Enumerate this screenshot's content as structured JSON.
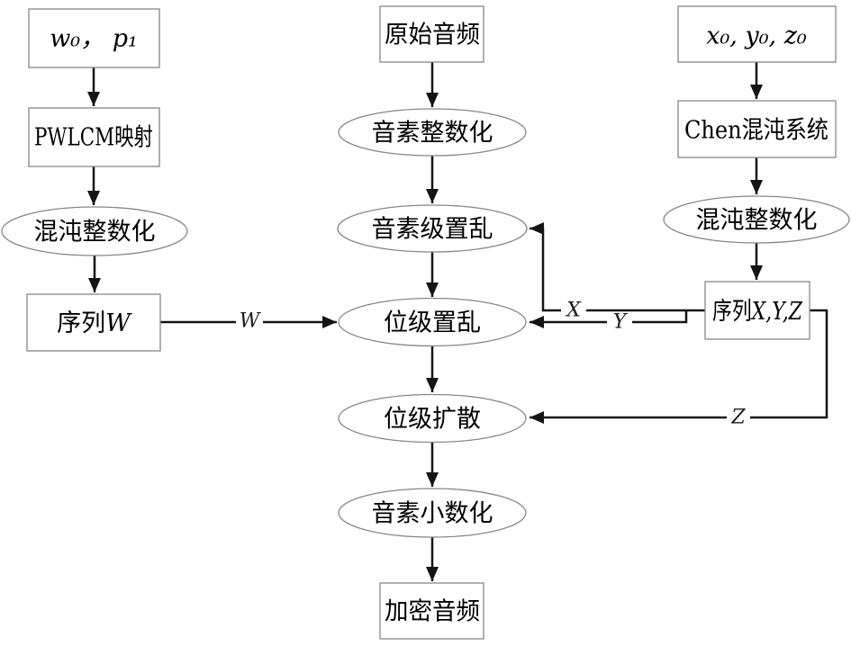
{
  "diagram_title": "audio-encryption-flowchart",
  "nodes": {
    "init_w_p": {
      "label": "w₀， p₁"
    },
    "pwlcm_map": {
      "label": "PWLCM映射"
    },
    "chaos_integerize_left": {
      "label": "混沌整数化"
    },
    "sequence_w": {
      "prefix": "序列",
      "math": "W"
    },
    "original_audio": {
      "label": "原始音频"
    },
    "phoneme_integerize": {
      "label": "音素整数化"
    },
    "phoneme_level_scramble": {
      "label": "音素级置乱"
    },
    "bit_level_scramble": {
      "label": "位级置乱"
    },
    "bit_level_diffusion": {
      "label": "位级扩散"
    },
    "phoneme_decimalize": {
      "label": "音素小数化"
    },
    "encrypted_audio": {
      "label": "加密音频"
    },
    "init_xyz": {
      "label": "x₀, y₀, z₀"
    },
    "chen_system": {
      "label": "Chen混沌系统"
    },
    "chaos_integerize_right": {
      "label": "混沌整数化"
    },
    "sequence_xyz": {
      "prefix": "序列",
      "math": "X,Y,Z"
    }
  },
  "edge_labels": {
    "w": "W",
    "x": "X",
    "y": "Y",
    "z": "Z"
  },
  "edges": [
    {
      "from": "init_w_p",
      "to": "pwlcm_map",
      "label": ""
    },
    {
      "from": "pwlcm_map",
      "to": "chaos_integerize_left",
      "label": ""
    },
    {
      "from": "chaos_integerize_left",
      "to": "sequence_w",
      "label": ""
    },
    {
      "from": "sequence_w",
      "to": "bit_level_scramble",
      "label": "W"
    },
    {
      "from": "original_audio",
      "to": "phoneme_integerize",
      "label": ""
    },
    {
      "from": "phoneme_integerize",
      "to": "phoneme_level_scramble",
      "label": ""
    },
    {
      "from": "phoneme_level_scramble",
      "to": "bit_level_scramble",
      "label": ""
    },
    {
      "from": "bit_level_scramble",
      "to": "bit_level_diffusion",
      "label": ""
    },
    {
      "from": "bit_level_diffusion",
      "to": "phoneme_decimalize",
      "label": ""
    },
    {
      "from": "phoneme_decimalize",
      "to": "encrypted_audio",
      "label": ""
    },
    {
      "from": "init_xyz",
      "to": "chen_system",
      "label": ""
    },
    {
      "from": "chen_system",
      "to": "chaos_integerize_right",
      "label": ""
    },
    {
      "from": "chaos_integerize_right",
      "to": "sequence_xyz",
      "label": ""
    },
    {
      "from": "sequence_xyz",
      "to": "phoneme_level_scramble",
      "label": "X"
    },
    {
      "from": "sequence_xyz",
      "to": "bit_level_scramble",
      "label": "Y"
    },
    {
      "from": "sequence_xyz",
      "to": "bit_level_diffusion",
      "label": "Z"
    }
  ],
  "colors": {
    "background": "#ffffff",
    "shape_stroke": "#878787",
    "arrow": "#141414",
    "text": "#000000"
  }
}
